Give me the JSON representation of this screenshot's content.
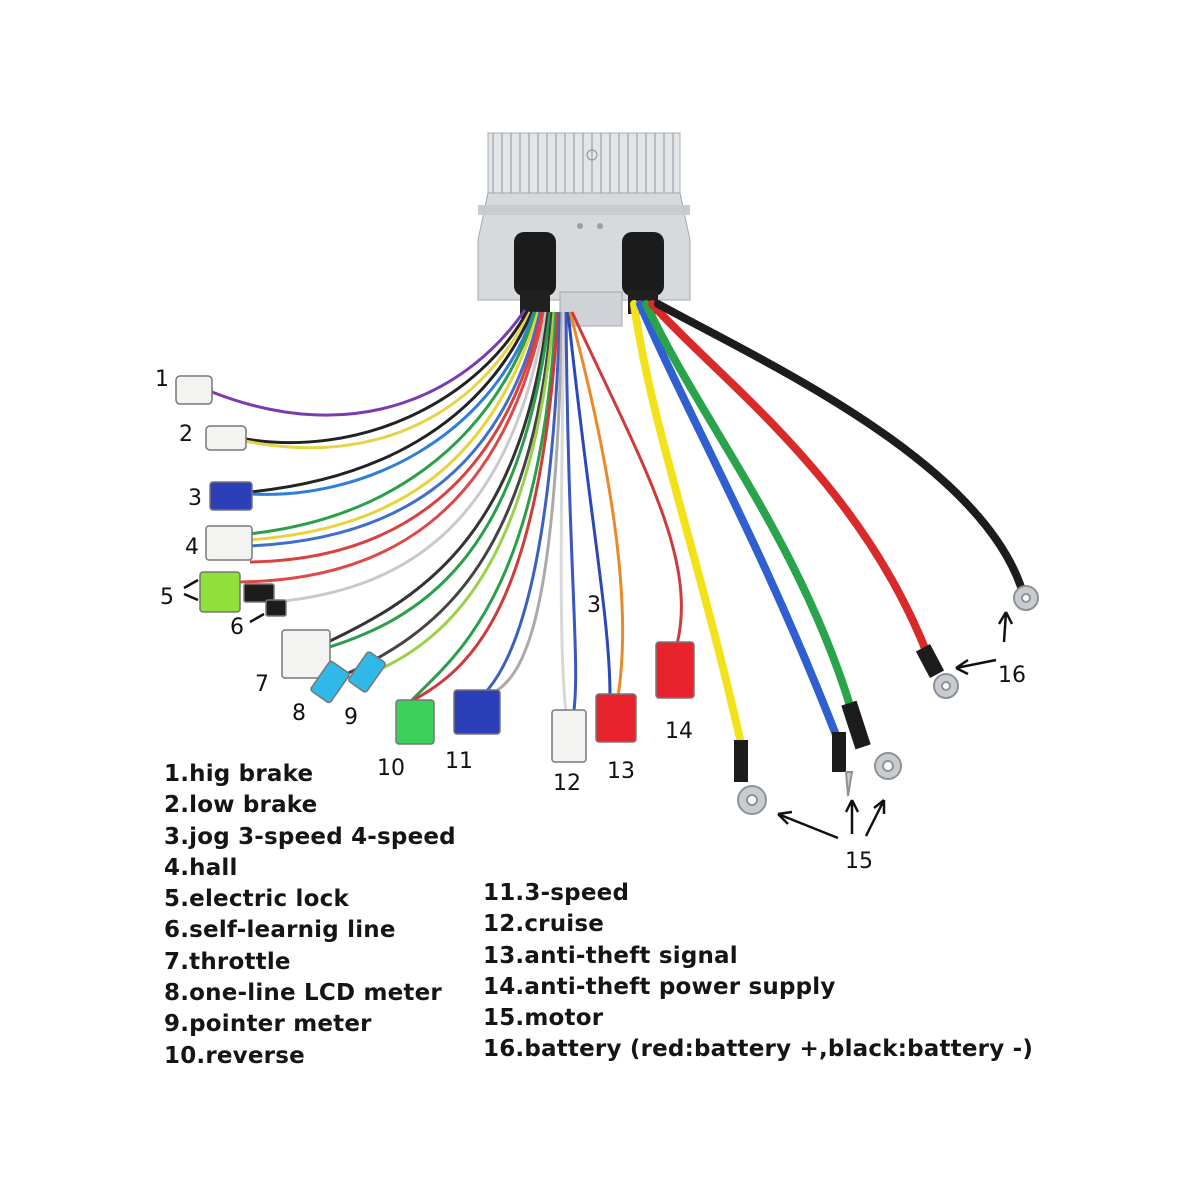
{
  "callouts": {
    "n1": "1",
    "n2": "2",
    "n3": "3",
    "n3b": "3",
    "n4": "4",
    "n5": "5",
    "n6": "6",
    "n7": "7",
    "n8": "8",
    "n9": "9",
    "n10": "10",
    "n11": "11",
    "n12": "12",
    "n13": "13",
    "n14": "14",
    "n15": "15",
    "n16": "16"
  },
  "legend_left": [
    "1.hig brake",
    "2.low brake",
    "3.jog 3-speed 4-speed",
    "4.hall",
    "5.electric lock",
    "6.self-learnig line",
    "7.throttle",
    "8.one-line LCD meter",
    "9.pointer meter",
    "10.reverse"
  ],
  "legend_right": [
    "11.3-speed",
    "12.cruise",
    "13.anti-theft signal",
    "14.anti-theft power supply",
    "15.motor",
    "16.battery (red:battery +,black:battery -)"
  ],
  "colors": {
    "controller_body": "#d9dcdf",
    "wire_yellow": "#f2e21a",
    "wire_blue": "#2f5fd0",
    "wire_green": "#2aa44a",
    "wire_red": "#d92a2a",
    "wire_black": "#1c1c1c"
  }
}
